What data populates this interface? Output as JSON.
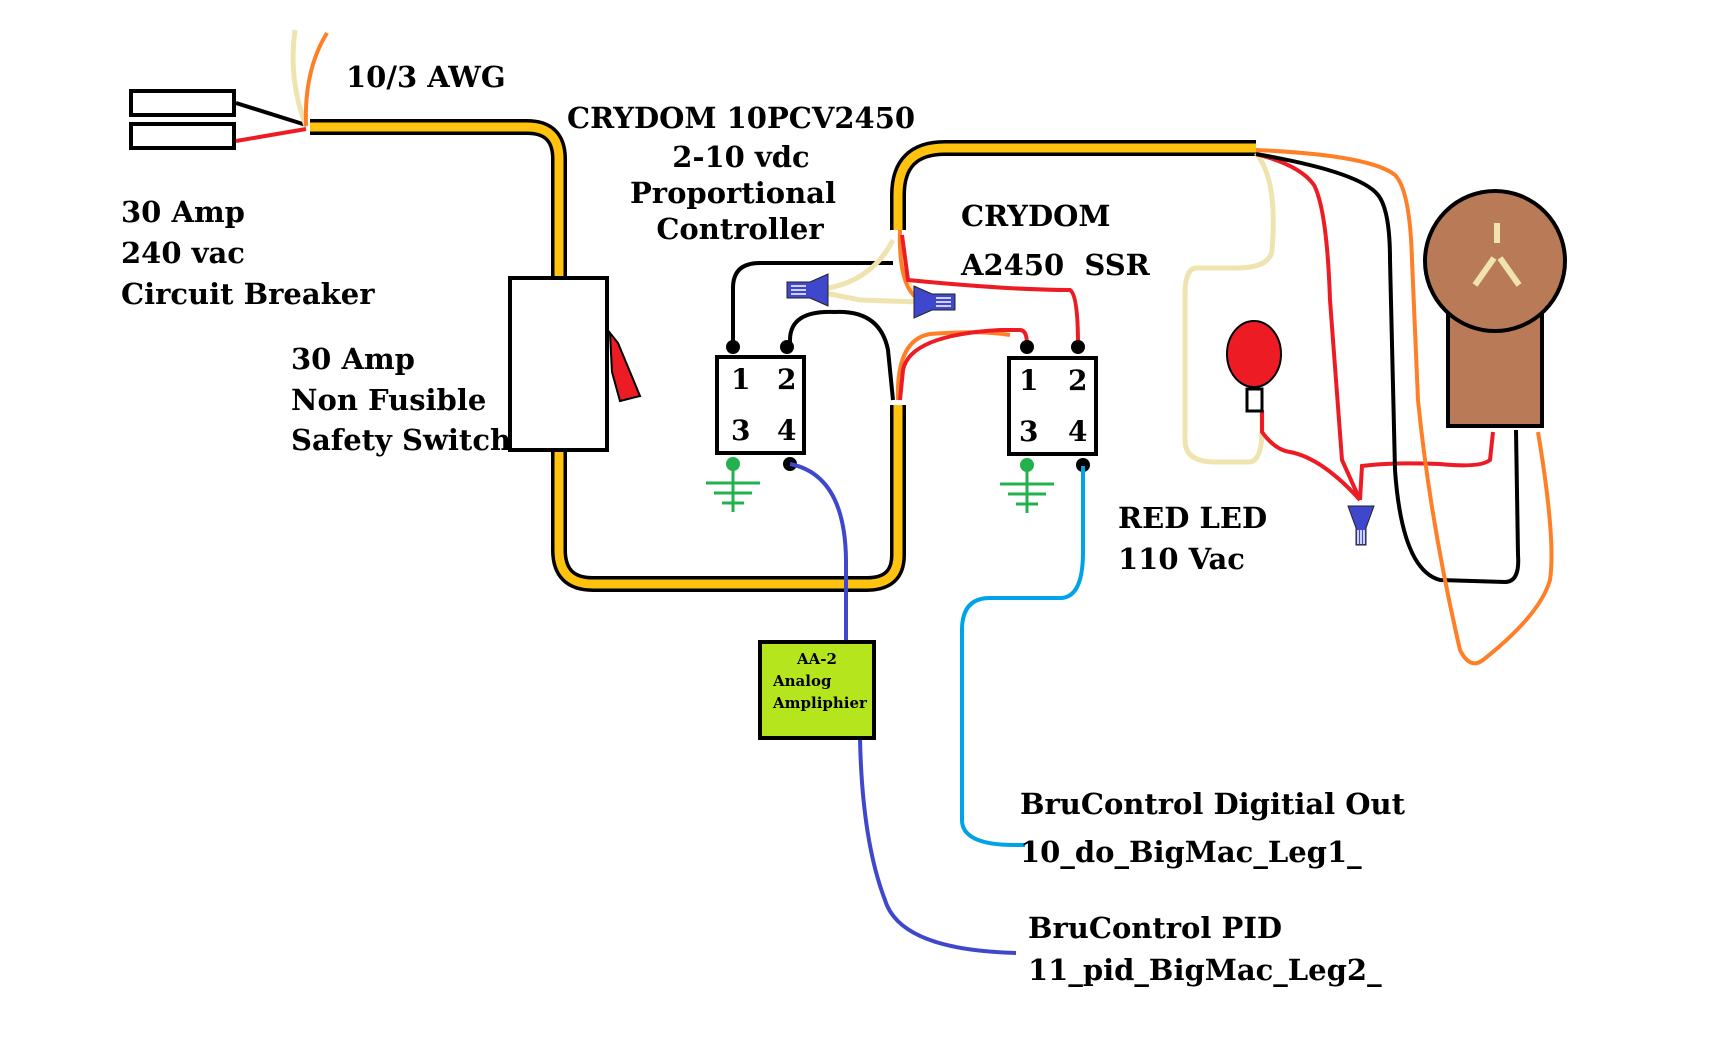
{
  "breaker": {
    "label_lines": [
      "30 Amp",
      "240 vac",
      "Circuit Breaker"
    ]
  },
  "cable": {
    "label": "10/3 AWG"
  },
  "safety_switch": {
    "label_lines": [
      "30 Amp",
      "Non Fusible",
      "Safety Switch"
    ]
  },
  "proportional_controller": {
    "label_lines": [
      "CRYDOM 10PCV2450",
      "2-10 vdc",
      "Proportional",
      "Controller"
    ],
    "terminals": [
      "1",
      "2",
      "3",
      "4"
    ]
  },
  "ssr": {
    "label_lines": [
      "CRYDOM",
      "A2450  SSR"
    ],
    "terminals": [
      "1",
      "2",
      "3",
      "4"
    ]
  },
  "amplifier": {
    "label_lines": [
      "AA-2",
      "Analog",
      "Ampliphier"
    ]
  },
  "led": {
    "label_lines": [
      "RED LED",
      "110 Vac"
    ]
  },
  "digital_out": {
    "label_lines": [
      "BruControl Digitial Out",
      "10_do_BigMac_Leg1_"
    ]
  },
  "pid": {
    "label_lines": [
      "BruControl PID",
      "11_pid_BigMac_Leg2_"
    ]
  },
  "colors": {
    "cable_yellow": "#FFC20E",
    "wire_tan": "#EFE4B0",
    "wire_orange": "#FF7F27",
    "wire_red": "#ED1C24",
    "wire_black": "#000000",
    "wire_blue": "#3F48CC",
    "wire_light_blue": "#00A2E8",
    "ground_green": "#22B14C",
    "amplifier_green": "#B5E61D",
    "heater_brown": "#B97A57"
  }
}
